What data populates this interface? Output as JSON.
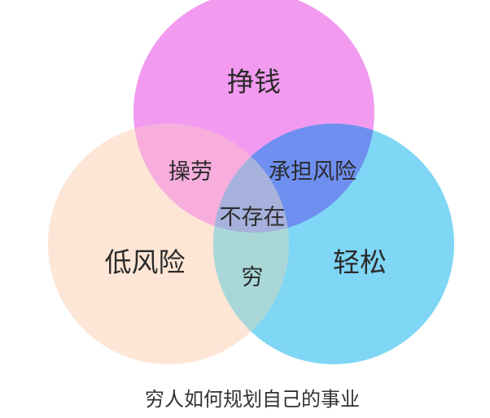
{
  "diagram": {
    "caption": "穷人如何规划自己的事业",
    "sets": [
      {
        "id": "top",
        "label": "挣钱",
        "color": "#f29af0"
      },
      {
        "id": "left",
        "label": "低风险",
        "color": "#fde6d6"
      },
      {
        "id": "right",
        "label": "轻松",
        "color": "#7fd6f5"
      }
    ],
    "intersections": {
      "top_left": {
        "label": "操劳",
        "color": "#f7aedd"
      },
      "top_right": {
        "label": "承担风险",
        "color": "#6e8ff0"
      },
      "left_right": {
        "label": "穷",
        "color": "#a9d7d8"
      },
      "center": {
        "label": "不存在",
        "color": "#a6b2dc"
      }
    }
  }
}
